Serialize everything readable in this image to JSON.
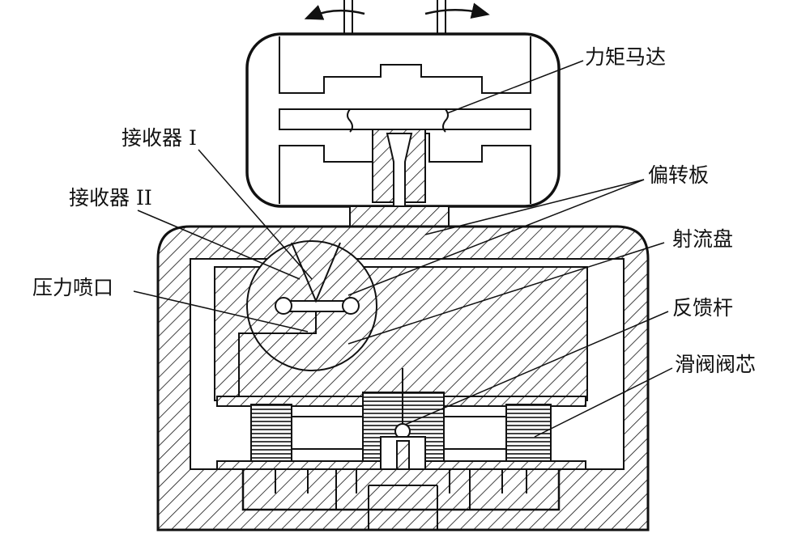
{
  "title": "射流管伺服阀结构示意图",
  "labels": {
    "torque_motor": "力矩马达",
    "receiver_1": "接收器 I",
    "deflector": "偏转板",
    "receiver_2": "接收器 II",
    "jet_disk": "射流盘",
    "pressure_nozzle": "压力喷口",
    "feedback_rod": "反馈杆",
    "spool": "滑阀阀芯"
  },
  "colors": {
    "line": "#111111",
    "background": "#ffffff"
  }
}
